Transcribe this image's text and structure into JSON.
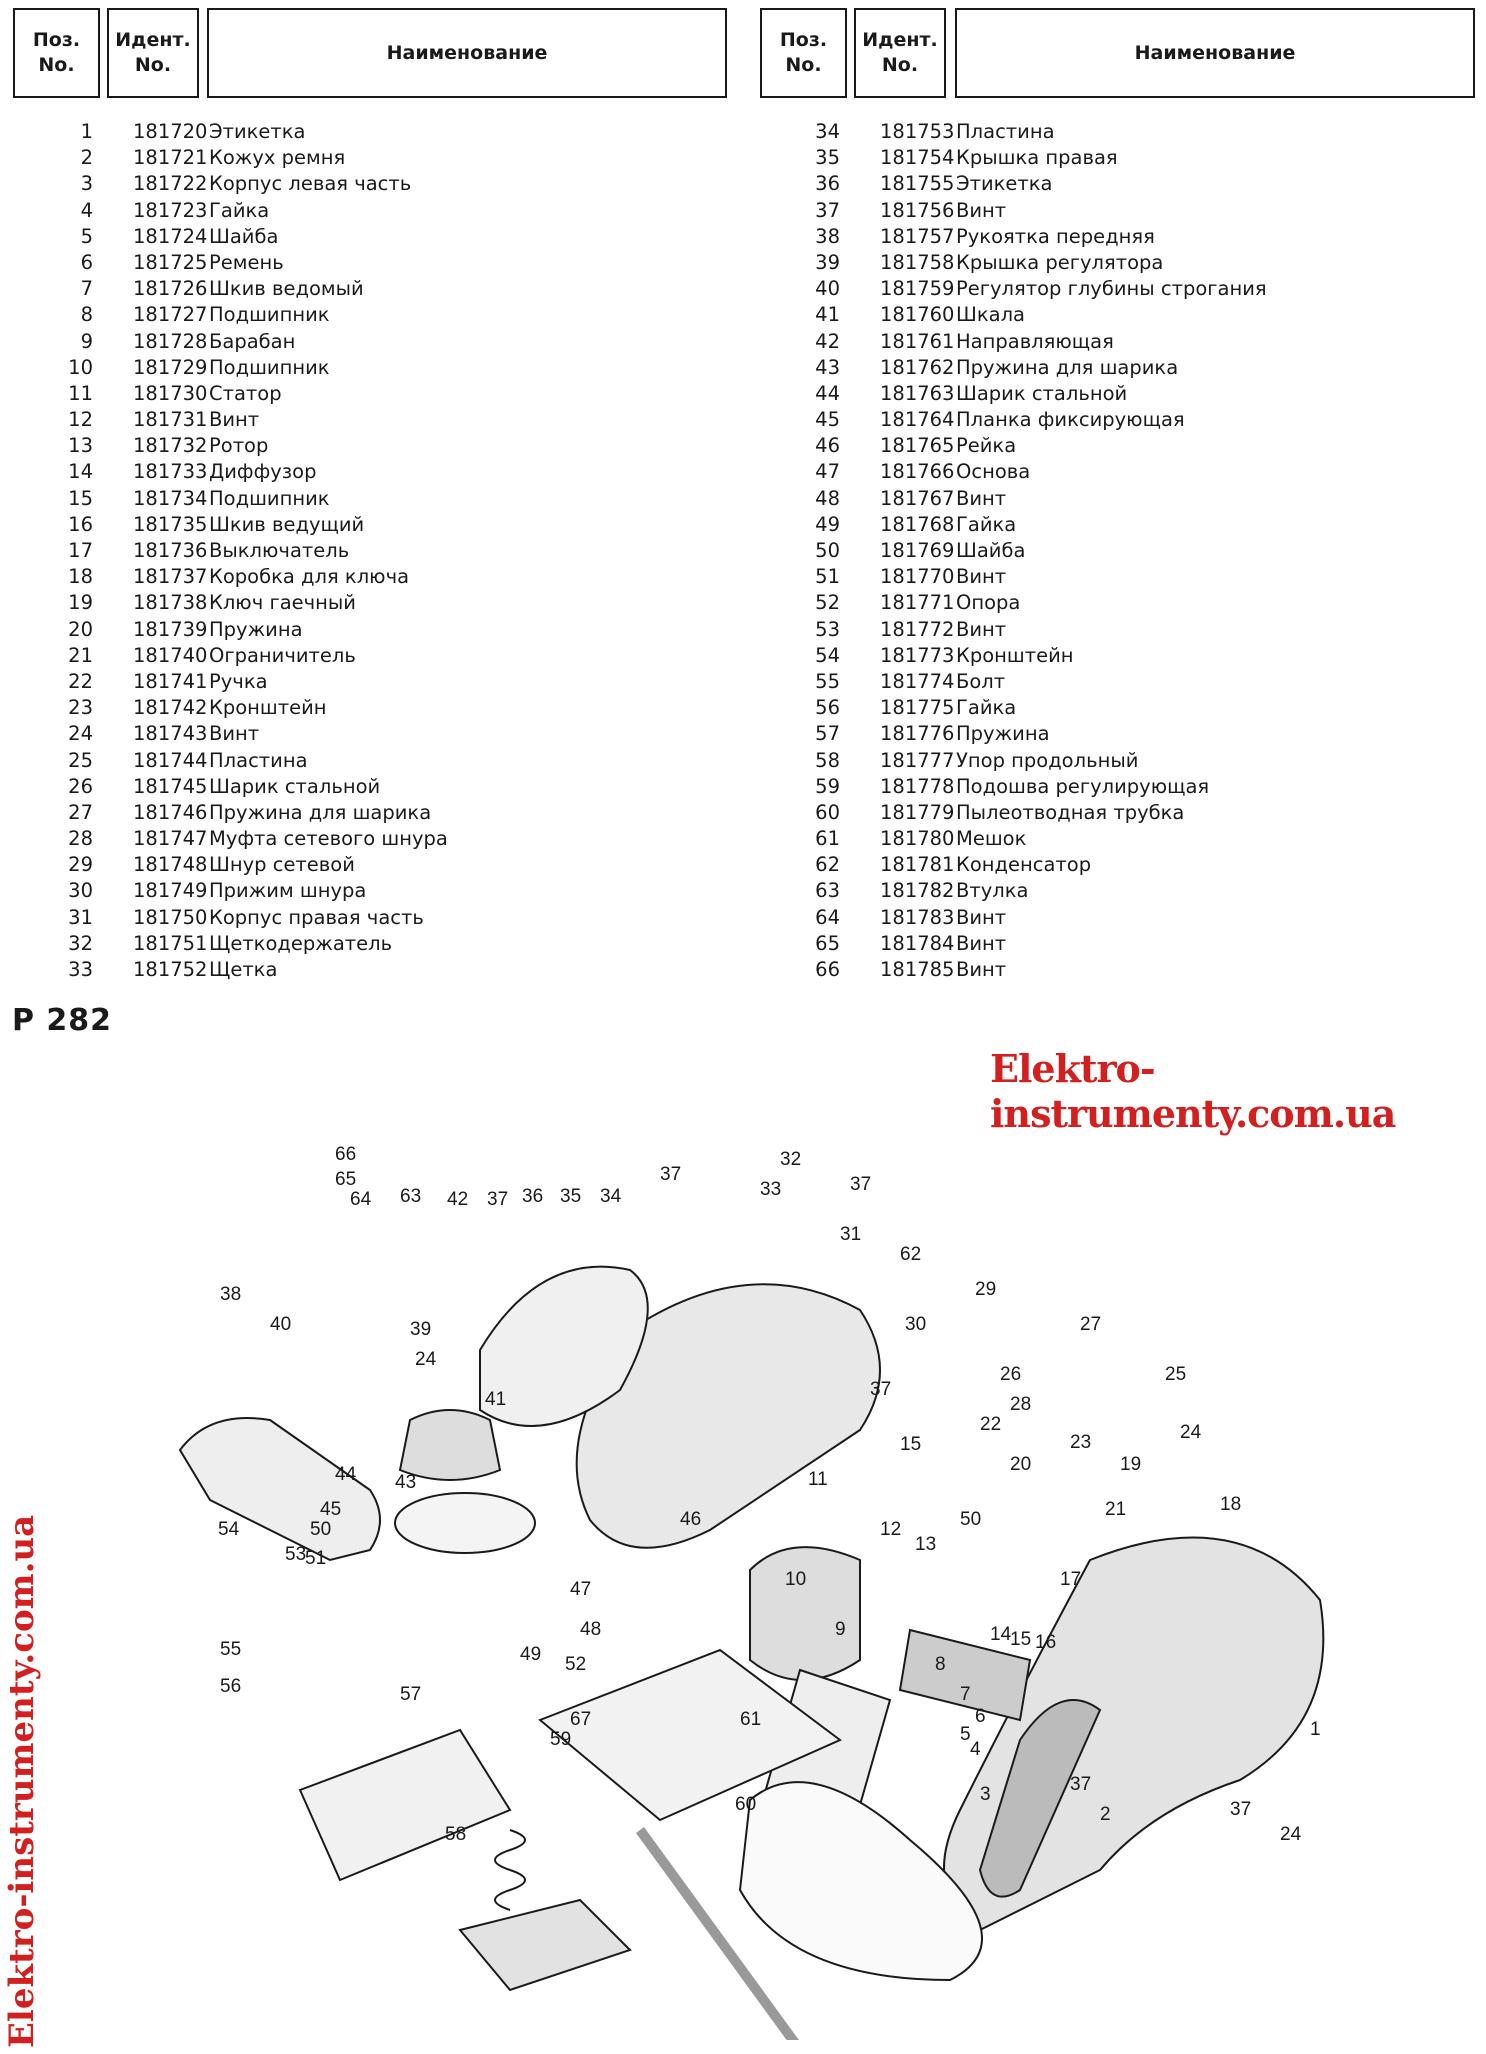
{
  "header": {
    "pos_label": "Поз.\nNo.",
    "ident_label": "Идент.\nNo.",
    "name_label": "Наименование"
  },
  "parts_left": [
    {
      "pos": "1",
      "code": "181720",
      "name": "Этикетка"
    },
    {
      "pos": "2",
      "code": "181721",
      "name": "Кожух ремня"
    },
    {
      "pos": "3",
      "code": "181722",
      "name": "Корпус левая часть"
    },
    {
      "pos": "4",
      "code": "181723",
      "name": "Гайка"
    },
    {
      "pos": "5",
      "code": "181724",
      "name": "Шайба"
    },
    {
      "pos": "6",
      "code": "181725",
      "name": "Ремень"
    },
    {
      "pos": "7",
      "code": "181726",
      "name": "Шкив ведомый"
    },
    {
      "pos": "8",
      "code": "181727",
      "name": "Подшипник"
    },
    {
      "pos": "9",
      "code": "181728",
      "name": "Барабан"
    },
    {
      "pos": "10",
      "code": "181729",
      "name": "Подшипник"
    },
    {
      "pos": "11",
      "code": "181730",
      "name": "Статор"
    },
    {
      "pos": "12",
      "code": "181731",
      "name": "Винт"
    },
    {
      "pos": "13",
      "code": "181732",
      "name": "Ротор"
    },
    {
      "pos": "14",
      "code": "181733",
      "name": "Диффузор"
    },
    {
      "pos": "15",
      "code": "181734",
      "name": "Подшипник"
    },
    {
      "pos": "16",
      "code": "181735",
      "name": "Шкив ведущий"
    },
    {
      "pos": "17",
      "code": "181736",
      "name": "Выключатель"
    },
    {
      "pos": "18",
      "code": "181737",
      "name": "Коробка для ключа"
    },
    {
      "pos": "19",
      "code": "181738",
      "name": "Ключ гаечный"
    },
    {
      "pos": "20",
      "code": "181739",
      "name": "Пружина"
    },
    {
      "pos": "21",
      "code": "181740",
      "name": "Ограничитель"
    },
    {
      "pos": "22",
      "code": "181741",
      "name": "Ручка"
    },
    {
      "pos": "23",
      "code": "181742",
      "name": "Кронштейн"
    },
    {
      "pos": "24",
      "code": "181743",
      "name": "Винт"
    },
    {
      "pos": "25",
      "code": "181744",
      "name": "Пластина"
    },
    {
      "pos": "26",
      "code": "181745",
      "name": "Шарик стальной"
    },
    {
      "pos": "27",
      "code": "181746",
      "name": "Пружина для шарика"
    },
    {
      "pos": "28",
      "code": "181747",
      "name": "Муфта сетевого шнура"
    },
    {
      "pos": "29",
      "code": "181748",
      "name": "Шнур сетевой"
    },
    {
      "pos": "30",
      "code": "181749",
      "name": "Прижим шнура"
    },
    {
      "pos": "31",
      "code": "181750",
      "name": "Корпус правая часть"
    },
    {
      "pos": "32",
      "code": "181751",
      "name": "Щеткодержатель"
    },
    {
      "pos": "33",
      "code": "181752",
      "name": "Щетка"
    }
  ],
  "parts_right": [
    {
      "pos": "34",
      "code": "181753",
      "name": "Пластина"
    },
    {
      "pos": "35",
      "code": "181754",
      "name": "Крышка правая"
    },
    {
      "pos": "36",
      "code": "181755",
      "name": "Этикетка"
    },
    {
      "pos": "37",
      "code": "181756",
      "name": "Винт"
    },
    {
      "pos": "38",
      "code": "181757",
      "name": "Рукоятка передняя"
    },
    {
      "pos": "39",
      "code": "181758",
      "name": "Крышка регулятора"
    },
    {
      "pos": "40",
      "code": "181759",
      "name": "Регулятор глубины строгания"
    },
    {
      "pos": "41",
      "code": "181760",
      "name": "Шкала"
    },
    {
      "pos": "42",
      "code": "181761",
      "name": "Направляющая"
    },
    {
      "pos": "43",
      "code": "181762",
      "name": "Пружина для шарика"
    },
    {
      "pos": "44",
      "code": "181763",
      "name": "Шарик стальной"
    },
    {
      "pos": "45",
      "code": "181764",
      "name": "Планка фиксирующая"
    },
    {
      "pos": "46",
      "code": "181765",
      "name": "Рейка"
    },
    {
      "pos": "47",
      "code": "181766",
      "name": "Основа"
    },
    {
      "pos": "48",
      "code": "181767",
      "name": "Винт"
    },
    {
      "pos": "49",
      "code": "181768",
      "name": "Гайка"
    },
    {
      "pos": "50",
      "code": "181769",
      "name": "Шайба"
    },
    {
      "pos": "51",
      "code": "181770",
      "name": "Винт"
    },
    {
      "pos": "52",
      "code": "181771",
      "name": "Опора"
    },
    {
      "pos": "53",
      "code": "181772",
      "name": "Винт"
    },
    {
      "pos": "54",
      "code": "181773",
      "name": "Кронштейн"
    },
    {
      "pos": "55",
      "code": "181774",
      "name": "Болт"
    },
    {
      "pos": "56",
      "code": "181775",
      "name": "Гайка"
    },
    {
      "pos": "57",
      "code": "181776",
      "name": "Пружина"
    },
    {
      "pos": "58",
      "code": "181777",
      "name": "Упор продольный"
    },
    {
      "pos": "59",
      "code": "181778",
      "name": "Подошва регулирующая"
    },
    {
      "pos": "60",
      "code": "181779",
      "name": "Пылеотводная трубка"
    },
    {
      "pos": "61",
      "code": "181780",
      "name": "Мешок"
    },
    {
      "pos": "62",
      "code": "181781",
      "name": "Конденсатор"
    },
    {
      "pos": "63",
      "code": "181782",
      "name": "Втулка"
    },
    {
      "pos": "64",
      "code": "181783",
      "name": "Винт"
    },
    {
      "pos": "65",
      "code": "181784",
      "name": "Винт"
    },
    {
      "pos": "66",
      "code": "181785",
      "name": "Винт"
    }
  ],
  "model": "P 282",
  "watermark": "Elektro-instrumenty.com.ua",
  "colors": {
    "watermark": "#d21f1f",
    "ink": "#1a1a1a"
  },
  "diagram_labels": [
    "66",
    "65",
    "64",
    "63",
    "42",
    "37",
    "36",
    "35",
    "34",
    "37",
    "33",
    "32",
    "37",
    "31",
    "62",
    "38",
    "40",
    "39",
    "24",
    "29",
    "30",
    "27",
    "26",
    "25",
    "37",
    "41",
    "28",
    "22",
    "23",
    "24",
    "15",
    "44",
    "43",
    "11",
    "20",
    "19",
    "21",
    "18",
    "45",
    "46",
    "12",
    "13",
    "50",
    "54",
    "53",
    "50",
    "51",
    "10",
    "17",
    "47",
    "9",
    "48",
    "14",
    "15",
    "16",
    "55",
    "49",
    "52",
    "8",
    "7",
    "6",
    "56",
    "57",
    "5",
    "4",
    "61",
    "67",
    "59",
    "3",
    "1",
    "37",
    "60",
    "58",
    "2",
    "37",
    "24"
  ]
}
